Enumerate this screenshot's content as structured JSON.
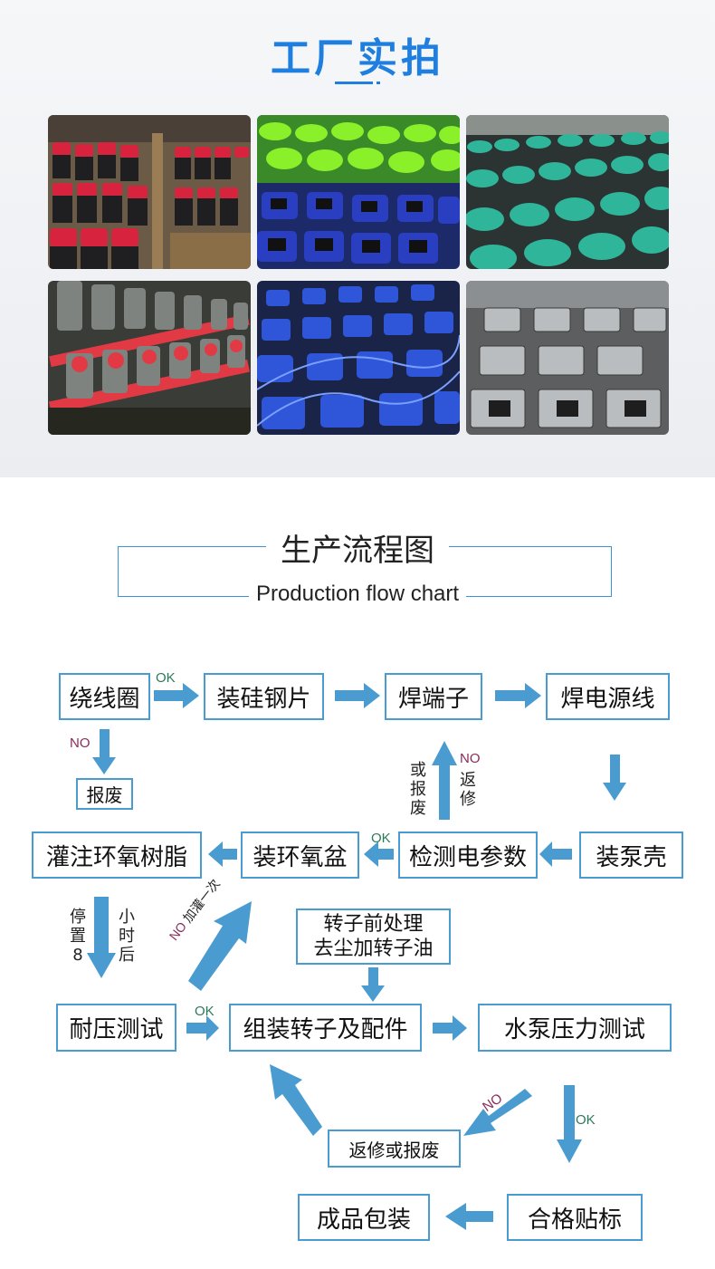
{
  "factory": {
    "title": "工厂实拍",
    "photos": [
      "red-black-pumps-crates",
      "green-blue-pumps-rows",
      "teal-pumps-rows",
      "red-pumps-rows",
      "blue-pump-housings",
      "gray-pump-housings"
    ]
  },
  "flow": {
    "title_cn": "生产流程图",
    "title_en": "Production flow chart",
    "steps": {
      "winding": "绕线圈",
      "silicon_steel": "装硅钢片",
      "weld_terminal": "焊端子",
      "weld_power_cord": "焊电源线",
      "scrap": "报废",
      "install_shell": "装泵壳",
      "test_params": "检测电参数",
      "install_epoxy_pot": "装环氧盆",
      "pour_epoxy": "灌注环氧树脂",
      "rotor_pre_line1": "转子前处理",
      "rotor_pre_line2": "去尘加转子油",
      "pressure_test": "耐压测试",
      "assemble_rotor": "组装转子及配件",
      "pump_pressure_test": "水泵压力测试",
      "repair_or_scrap": "返修或报废",
      "qualified_label": "合格贴标",
      "packing": "成品包装"
    },
    "labels": {
      "ok": "OK",
      "no": "NO",
      "or_scrap": [
        "或",
        "报",
        "废"
      ],
      "repair": [
        "返",
        "修"
      ],
      "stand": [
        "停",
        "置",
        "8"
      ],
      "hours": [
        "小",
        "时",
        "后"
      ],
      "refill_once": "加灌一次"
    },
    "arrow_color": "#4a9bd0"
  }
}
